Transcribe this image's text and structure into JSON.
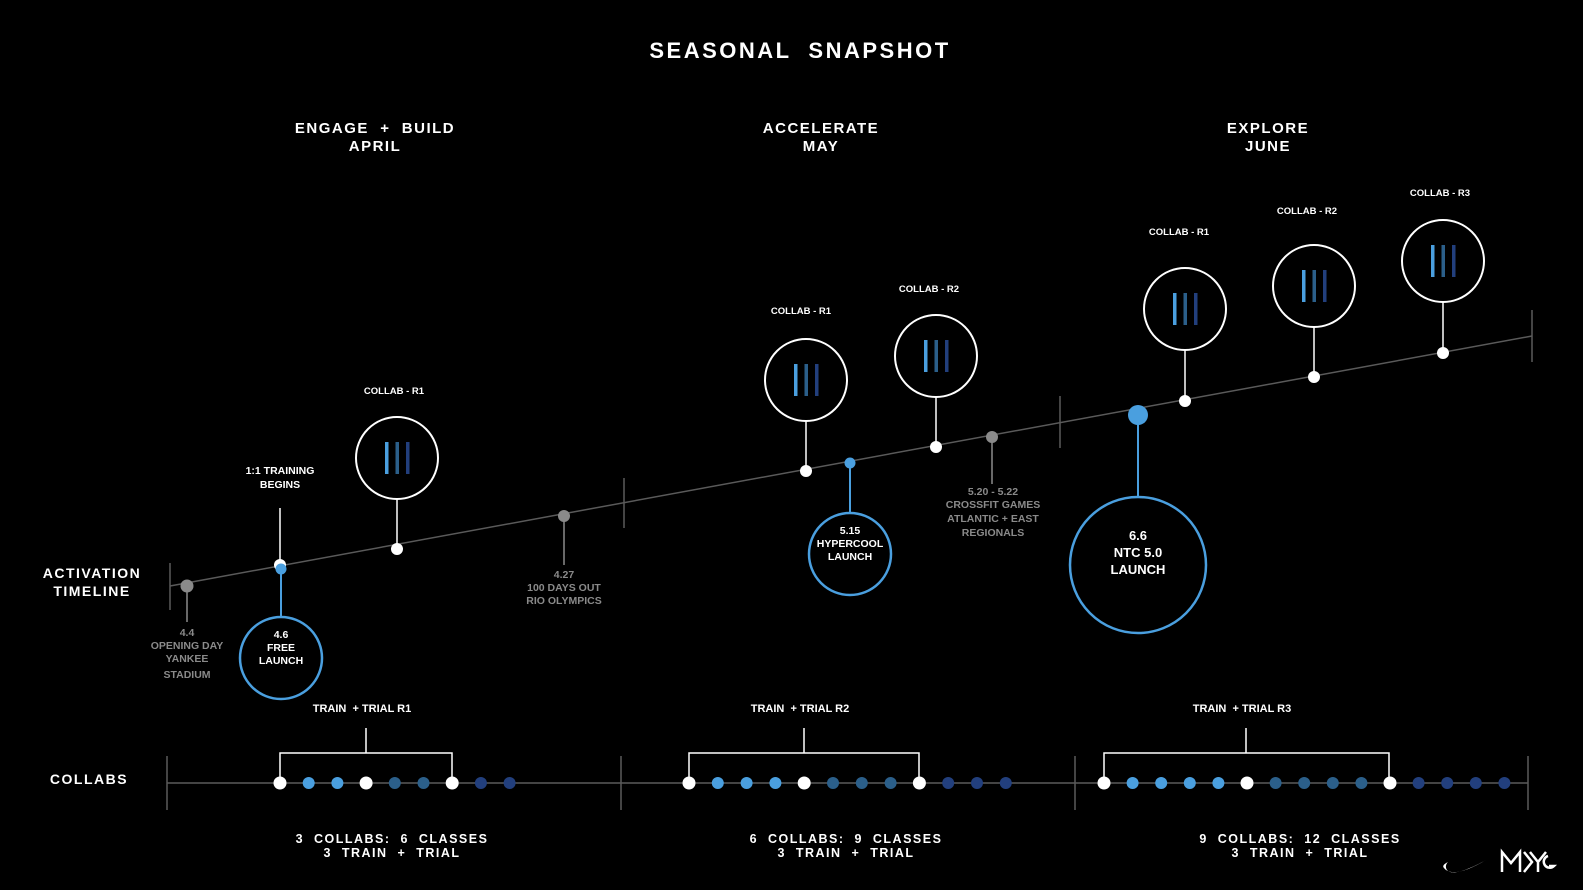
{
  "title": "SEASONAL  SNAPSHOT",
  "phases": [
    {
      "line1": "ENGAGE  +  BUILD",
      "line2": "APRIL"
    },
    {
      "line1": "ACCELERATE",
      "line2": "MAY"
    },
    {
      "line1": "EXPLORE",
      "line2": "JUNE"
    }
  ],
  "row_labels": {
    "timeline": [
      "ACTIVATION",
      "TIMELINE"
    ],
    "collabs": "COLLABS"
  },
  "collab_events": [
    "COLLAB - R1",
    "COLLAB - R1",
    "COLLAB - R2",
    "COLLAB - R1",
    "COLLAB - R2",
    "COLLAB - R3"
  ],
  "gray_events": [
    {
      "lines": [
        "4.4",
        "OPENING DAY",
        "YANKEE",
        "STADIUM"
      ]
    },
    {
      "lines": [
        "4.27",
        "100 DAYS OUT",
        "RIO OLYMPICS"
      ]
    },
    {
      "lines": [
        "5.20 - 5.22",
        "CROSSFIT GAMES",
        "ATLANTIC + EAST",
        "REGIONALS"
      ]
    }
  ],
  "training_event": {
    "lines": [
      "1:1 TRAINING",
      "BEGINS"
    ]
  },
  "launches": [
    {
      "lines": [
        "4.6",
        "FREE",
        "LAUNCH"
      ]
    },
    {
      "lines": [
        "5.15",
        "HYPERCOOL",
        "LAUNCH"
      ]
    },
    {
      "lines": [
        "6.6",
        "NTC 5.0",
        "LAUNCH"
      ]
    }
  ],
  "train_trials": [
    "TRAIN  + TRIAL R1",
    "TRAIN  + TRIAL R2",
    "TRAIN  + TRIAL R3"
  ],
  "summaries": [
    {
      "line1": "3  COLLABS:  6  CLASSES",
      "line2": "3  TRAIN  +  TRIAL"
    },
    {
      "line1": "6  COLLABS:  9  CLASSES",
      "line2": "3  TRAIN  +  TRIAL"
    },
    {
      "line1": "9  COLLABS:  12  CLASSES",
      "line2": "3  TRAIN  +  TRIAL"
    }
  ],
  "collab_dots": [
    [
      "white",
      "c1",
      "c1",
      "white",
      "c2",
      "c2",
      "white",
      "c3",
      "c3"
    ],
    [
      "white",
      "c1",
      "c1",
      "c1",
      "white",
      "c2",
      "c2",
      "c2",
      "white",
      "c3",
      "c3",
      "c3"
    ],
    [
      "white",
      "c1",
      "c1",
      "c1",
      "c1",
      "white",
      "c2",
      "c2",
      "c2",
      "c2",
      "white",
      "c3",
      "c3",
      "c3",
      "c3"
    ]
  ],
  "colors": {
    "c1": "#4a9fdf",
    "c2": "#2b5f8a",
    "c3": "#223f7d",
    "launch": "#4a9fdf",
    "gray_event": "#8a8a8a",
    "line": "#5a5a5a"
  },
  "logos": [
    "nike-swoosh",
    "MKTG"
  ]
}
